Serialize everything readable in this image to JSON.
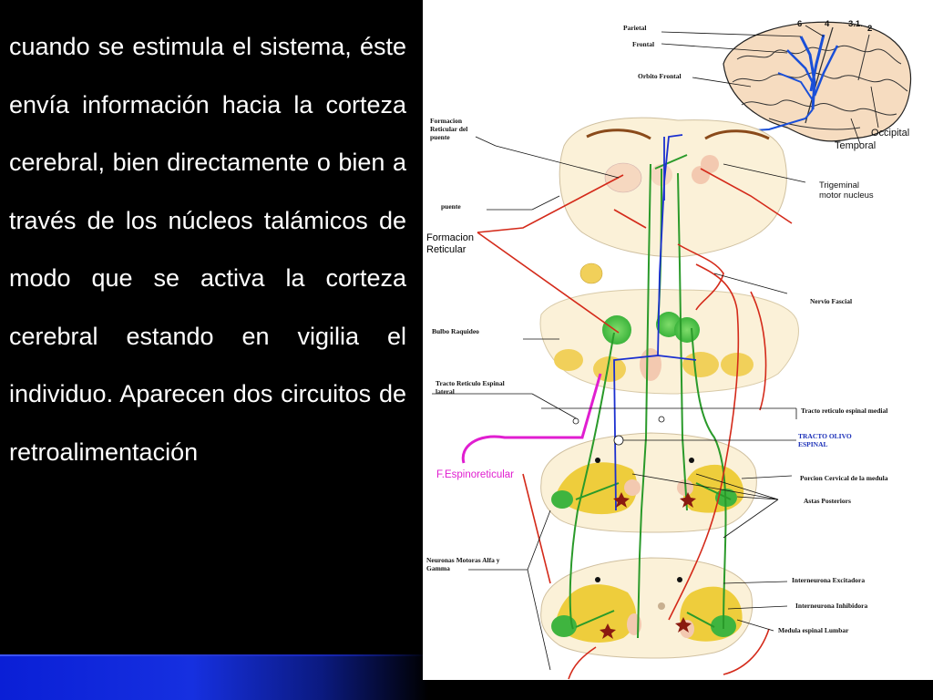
{
  "slide": {
    "paragraph": "cuando se estimula el sistema, éste envía información hacia la corteza cerebral, bien directamente o bien a través de los núcleos talámicos de modo que se activa la corteza cerebral estando en vigilia el individuo. Aparecen dos circuitos de retroalimentación"
  },
  "diagram": {
    "labels": {
      "parietal": "Parietal",
      "frontal": "Frontal",
      "orbito_frontal": "Orbito Frontal",
      "areas_6": "6",
      "areas_4": "4",
      "areas_312": "3.1.",
      "areas_2": "2",
      "occipital": "Occipital",
      "temporal": "Temporal",
      "formacion_reticular_puente": "Formacion\nReticular del\npuente",
      "trigeminal": "Trigeminal\nmotor nucleus",
      "puente": "puente",
      "formacion_reticular": "Formacion\nReticular",
      "nervio_fascial": "Nervio Fascial",
      "bulbo_raquideo": "Bulbo Raquideo",
      "tracto_reticulo_espinal_lateral": "Tracto Reticulo Espinal\nlateral",
      "tracto_reticulo_espinal_medial": "Tracto reticulo espinal medial",
      "tracto_olivo_espinal": "TRACTO OLIVO\nESPINAL",
      "f_espinoreticular": "F.Espinoreticular",
      "porcion_cervical": "Porcion Cervical de la medula",
      "astas_posteriors": "Astas Posteriors",
      "neuronas_motoras": "Neuronas Motoras Alfa y\nGamma",
      "interneurona_excitadora": "Interneurona Excitadora",
      "interneurona_inhibidora": "Interneurona Inhibidora",
      "medula_lumbar": "Medula espinal Lumbar"
    }
  },
  "colors": {
    "background": "#000000",
    "text": "#ffffff",
    "accent_blue": "#0a1fd6",
    "tract_green": "#2a9a2a",
    "tract_red": "#d42a1a",
    "tract_blue": "#1a2fd0",
    "tract_magenta": "#e01ed0"
  }
}
